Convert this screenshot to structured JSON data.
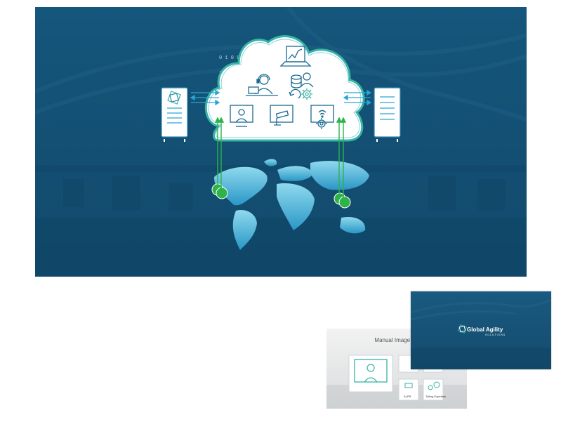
{
  "thumbnail_1": {
    "title": "Manual Image Re",
    "labels": {
      "alpr": "ALPR",
      "tolling": "Tolling Expertise"
    }
  },
  "thumbnail_2": {
    "brand_name": "Global Agility",
    "brand_sub": "SOLUTIONS"
  },
  "colors": {
    "background": "#134f73",
    "cloud_border": "#36b5a2",
    "icon_stroke": "#1a6a92",
    "link_arrow": "#2aa5d8",
    "continents": "#4fb9da",
    "location_marker": "#2db34a"
  }
}
